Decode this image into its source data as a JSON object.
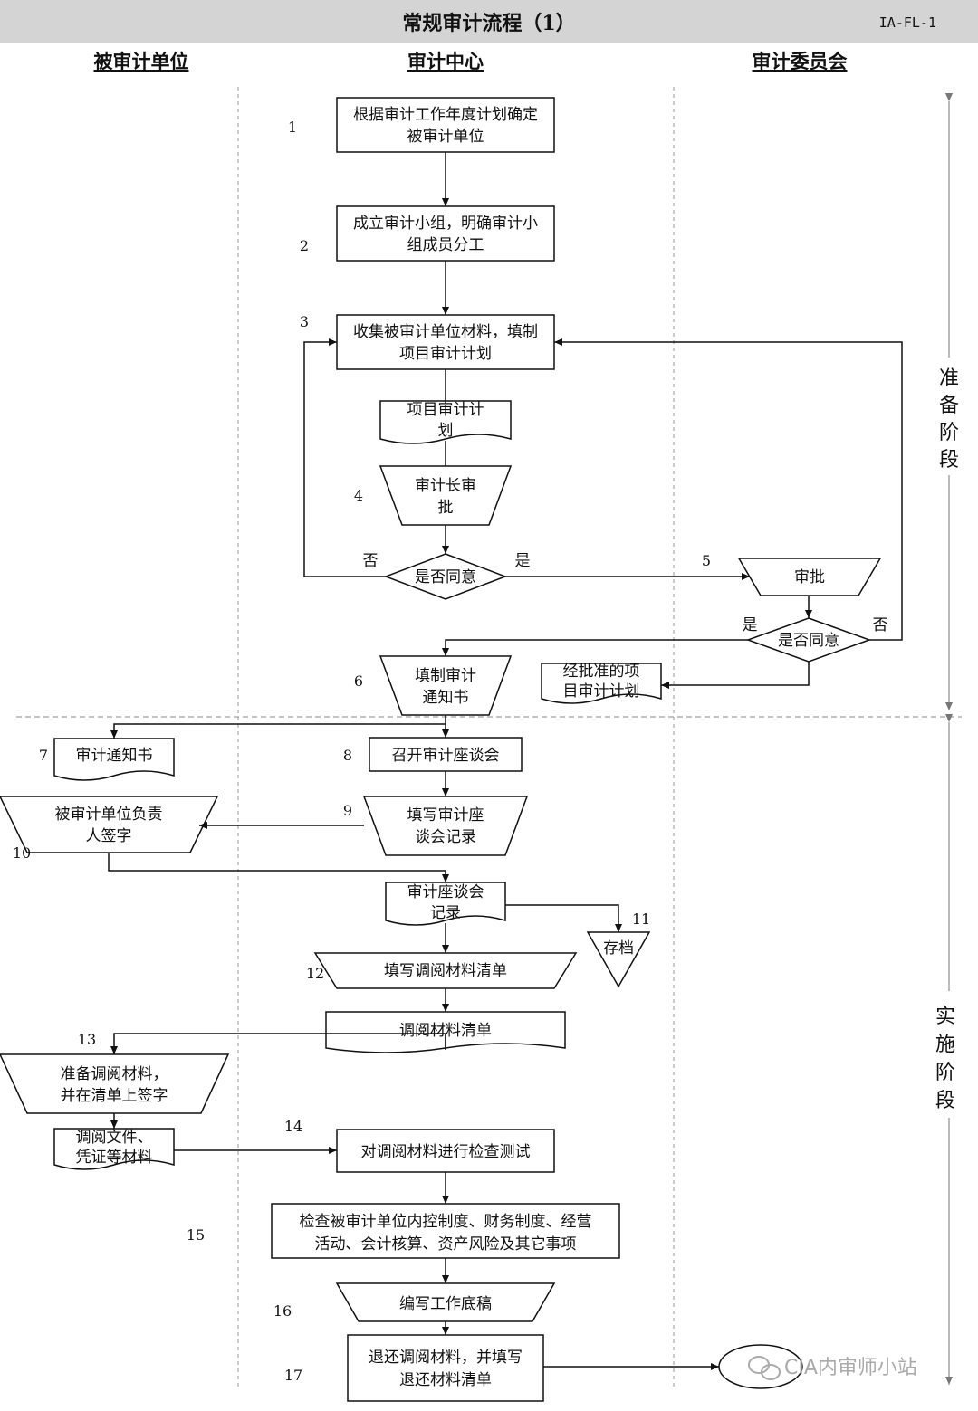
{
  "header": {
    "title": "常规审计流程（1）",
    "code": "IA-FL-1"
  },
  "lanes": [
    "被审计单位",
    "审计中心",
    "审计委员会"
  ],
  "phases": {
    "prep": [
      "准",
      "备",
      "阶",
      "段"
    ],
    "impl": [
      "实",
      "施",
      "阶",
      "段"
    ]
  },
  "nodes": {
    "n1": [
      "根据审计工作年度计划确定",
      "被审计单位"
    ],
    "n2": [
      "成立审计小组，明确审计小",
      "组成员分工"
    ],
    "n3": [
      "收集被审计单位材料，填制",
      "项目审计计划"
    ],
    "doc_plan": [
      "项目审计计",
      "划"
    ],
    "n4": [
      "审计长审",
      "批"
    ],
    "d1": [
      "是否同意"
    ],
    "n5": [
      "审批"
    ],
    "d2": [
      "是否同意"
    ],
    "n6": [
      "填制审计",
      "通知书"
    ],
    "doc_approved": [
      "经批准的项",
      "目审计计划"
    ],
    "n7": [
      "审计通知书"
    ],
    "n8": [
      "召开审计座谈会"
    ],
    "n9": [
      "填写审计座",
      "谈会记录"
    ],
    "n10": [
      "被审计单位负责",
      "人签字"
    ],
    "doc_record": [
      "审计座谈会",
      "记录"
    ],
    "n11": [
      "存档"
    ],
    "n12": [
      "填写调阅材料清单"
    ],
    "doc_list": [
      "调阅材料清单"
    ],
    "n13": [
      "准备调阅材料，",
      "并在清单上签字"
    ],
    "doc_files": [
      "调阅文件、",
      "凭证等材料"
    ],
    "n14": [
      "对调阅材料进行检查测试"
    ],
    "n15": [
      "检查被审计单位内控制度、财务制度、经营",
      "活动、会计核算、资产风险及其它事项"
    ],
    "n16": [
      "编写工作底稿"
    ],
    "n17": [
      "退还调阅材料，并填写",
      "退还材料清单"
    ]
  },
  "labels": {
    "no": "否",
    "yes": "是"
  },
  "step_numbers": [
    "1",
    "2",
    "3",
    "4",
    "5",
    "6",
    "7",
    "8",
    "9",
    "10",
    "11",
    "12",
    "13",
    "14",
    "15",
    "16",
    "17"
  ],
  "watermark": "CIA内审师小站"
}
